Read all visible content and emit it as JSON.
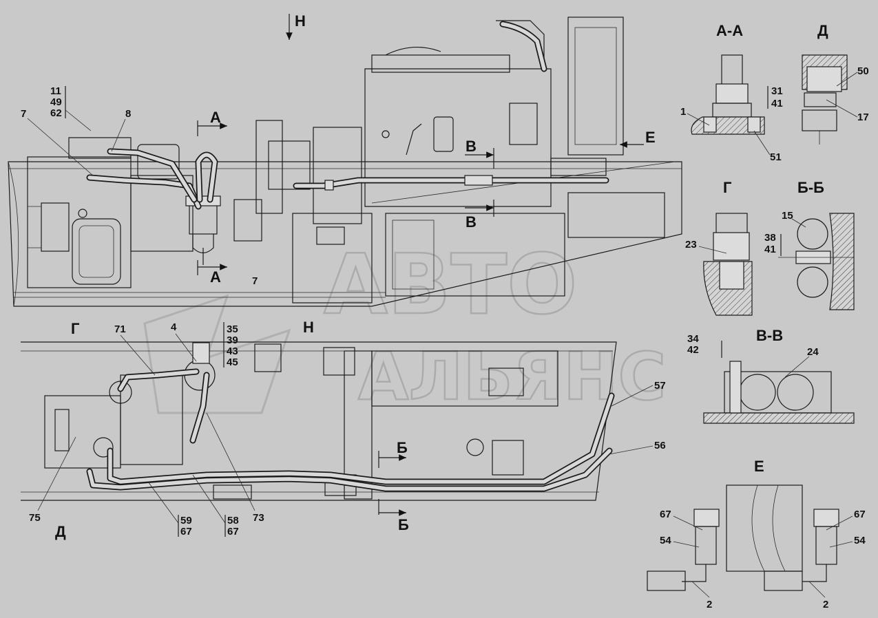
{
  "labels": {
    "view_h_top": "Н",
    "view_h_mid": "Н",
    "sec_a_top": "А",
    "sec_a_bottom": "А",
    "sec_v1": "В",
    "sec_v2": "В",
    "sec_e": "Е",
    "sec_b_top": "Б",
    "sec_b_bottom": "Б",
    "g_ref": "Г",
    "d_ref": "Д"
  },
  "callouts": {
    "c11": "11",
    "c49": "49",
    "c62": "62",
    "c7a": "7",
    "c8": "8",
    "c7b": "7",
    "c71": "71",
    "c4": "4",
    "c35": "35",
    "c39": "39",
    "c43": "43",
    "c45": "45",
    "c57": "57",
    "c56": "56",
    "c75": "75",
    "c59": "59",
    "c67a": "67",
    "c58": "58",
    "c67b": "67",
    "c73": "73"
  },
  "details": {
    "aa": {
      "title": "А-А",
      "c31": "31",
      "c41": "41",
      "c1": "1",
      "c51": "51"
    },
    "d": {
      "title": "Д",
      "c50": "50",
      "c17": "17"
    },
    "g": {
      "title": "Г",
      "c23": "23"
    },
    "bb": {
      "title": "Б-Б",
      "c15": "15",
      "c38": "38",
      "c41": "41"
    },
    "vv": {
      "title": "В-В",
      "c34": "34",
      "c42": "42",
      "c24": "24"
    },
    "e": {
      "title": "Е",
      "c67l": "67",
      "c54l": "54",
      "c2l": "2",
      "c67r": "67",
      "c54r": "54",
      "c2r": "2"
    }
  },
  "watermark": {
    "line1": "АВТО",
    "line2": "АЛЬЯНС"
  },
  "colors": {
    "background": "#c9c9c9",
    "ink": "#1a1a1a",
    "watermark": "#9a9a9a"
  }
}
